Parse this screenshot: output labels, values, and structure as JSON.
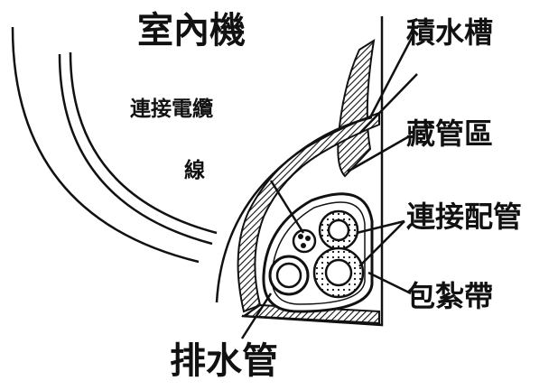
{
  "labels": {
    "indoor_unit": "室內機",
    "connection_cable_line1": "連接電纜",
    "connection_cable_line2": "線",
    "drain_pan": "積水槽",
    "concealed_pipe_area": "藏管區",
    "connection_piping": "連接配管",
    "binding_tape": "包紮帶",
    "drain_pipe": "排水管"
  },
  "colors": {
    "line": "#111111",
    "text": "#111111",
    "background": "#ffffff"
  }
}
